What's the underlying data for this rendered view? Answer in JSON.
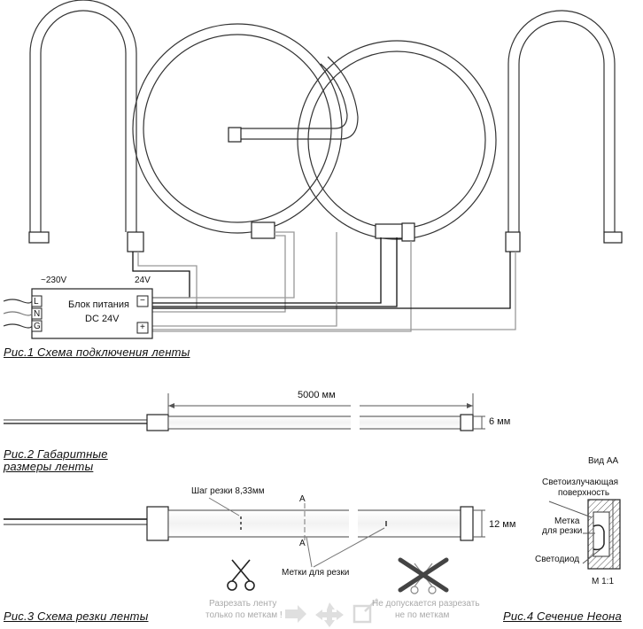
{
  "fig1": {
    "caption": "Рис.1 Схема подключения ленты",
    "ac_label": "~230V",
    "dc_label": "24V",
    "psu_line1": "Блок питания",
    "psu_line2": "DC 24V",
    "term_l": "L",
    "term_n": "N",
    "term_g": "G",
    "term_minus": "−",
    "term_plus": "+"
  },
  "fig2": {
    "caption_line1": "Рис.2 Габаритные",
    "caption_line2": "размеры ленты",
    "length": "5000 мм",
    "width": "6 мм"
  },
  "fig3": {
    "caption": "Рис.3 Схема резки ленты",
    "cut_step": "Шаг резки 8,33мм",
    "height": "12 мм",
    "cut_marks": "Метки для резки",
    "section_mark_top": "A",
    "section_mark_bottom": "A",
    "ok_line1": "Разрезать ленту",
    "ok_line2": "только по меткам !",
    "bad_line1": "Не допускается разрезать",
    "bad_line2": "не по меткам"
  },
  "fig4": {
    "caption": "Рис.4 Сечение Неона",
    "view": "Вид АА",
    "surface_line1": "Светоизлучающая",
    "surface_line2": "поверхность",
    "mark_line1": "Метка",
    "mark_line2": "для резки",
    "led": "Светодиод",
    "scale": "М 1:1"
  }
}
